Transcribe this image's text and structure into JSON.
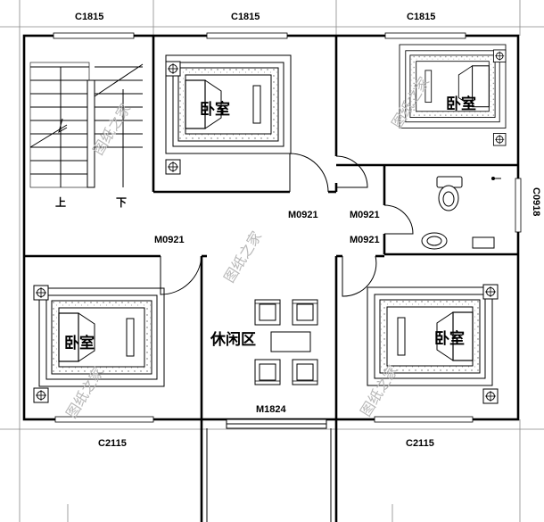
{
  "window_codes": {
    "top_left": "C1815",
    "top_center": "C1815",
    "top_right": "C1815",
    "bottom_left": "C2115",
    "bottom_right": "C2115",
    "right_side": "C0918"
  },
  "door_codes": {
    "stair_hall": "M0921",
    "center_upper": "M0921",
    "bath_upper": "M0921",
    "bath_lower": "M0921",
    "balcony": "M1824"
  },
  "rooms": {
    "bedroom_top_center": "卧室",
    "bedroom_top_right": "卧室",
    "bedroom_bottom_left": "卧室",
    "bedroom_bottom_right": "卧室",
    "lounge": "休闲区"
  },
  "stairs": {
    "up": "上",
    "down": "下"
  },
  "watermark": "图纸之家"
}
